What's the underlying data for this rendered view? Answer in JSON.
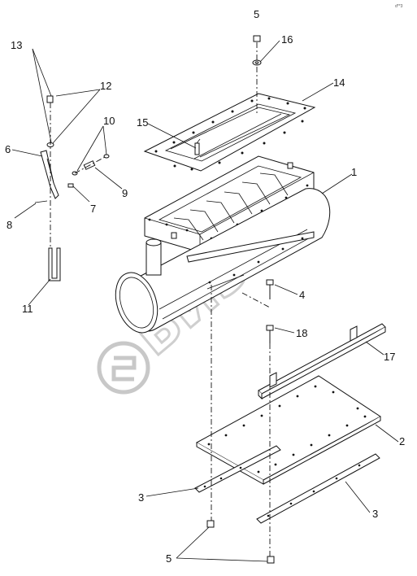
{
  "diagram": {
    "doc_code": "d**3",
    "watermark": "БИЗОН",
    "callouts": [
      {
        "id": "c1",
        "text": "1"
      },
      {
        "id": "c2",
        "text": "2"
      },
      {
        "id": "c3a",
        "text": "3"
      },
      {
        "id": "c3b",
        "text": "3"
      },
      {
        "id": "c4",
        "text": "4"
      },
      {
        "id": "c5a",
        "text": "5"
      },
      {
        "id": "c5b",
        "text": "5"
      },
      {
        "id": "c6",
        "text": "6"
      },
      {
        "id": "c7",
        "text": "7"
      },
      {
        "id": "c8",
        "text": "8"
      },
      {
        "id": "c9",
        "text": "9"
      },
      {
        "id": "c10",
        "text": "10"
      },
      {
        "id": "c11",
        "text": "11"
      },
      {
        "id": "c12",
        "text": "12"
      },
      {
        "id": "c13",
        "text": "13"
      },
      {
        "id": "c14",
        "text": "14"
      },
      {
        "id": "c15",
        "text": "15"
      },
      {
        "id": "c16",
        "text": "16"
      },
      {
        "id": "c17",
        "text": "17"
      },
      {
        "id": "c18",
        "text": "18"
      }
    ]
  }
}
